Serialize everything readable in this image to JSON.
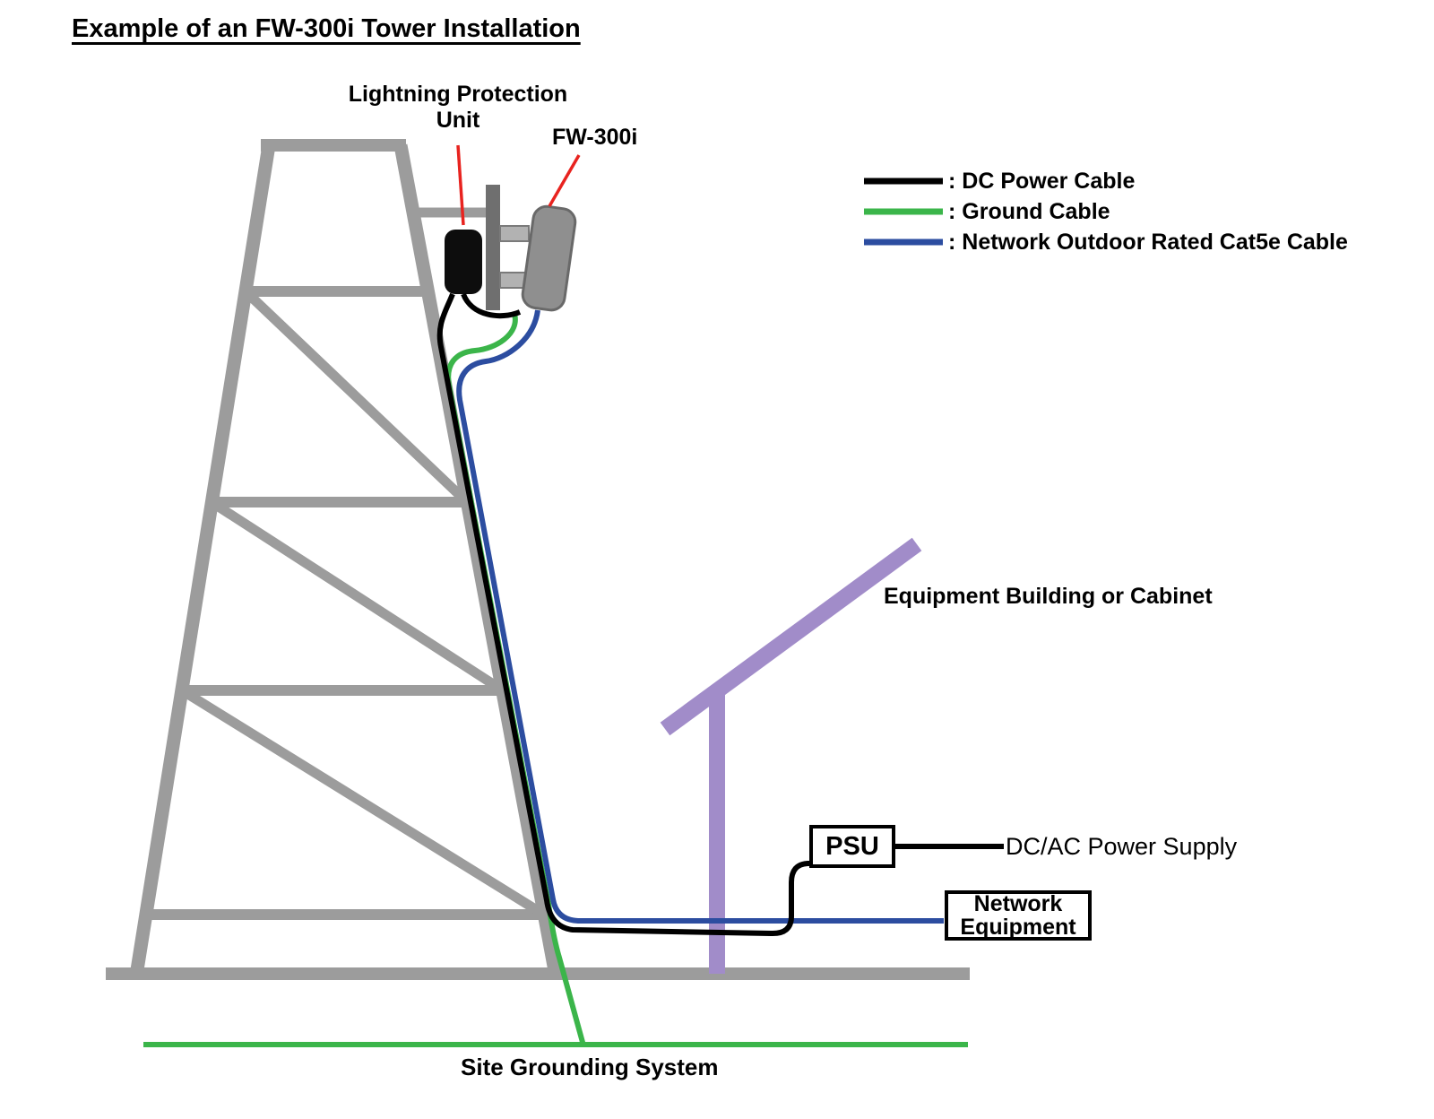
{
  "title": "Example of an FW-300i Tower Installation",
  "legend": {
    "items": [
      {
        "label": ": DC Power Cable",
        "color": "#000000"
      },
      {
        "label": ": Ground Cable",
        "color": "#3bb54a"
      },
      {
        "label": ": Network Outdoor Rated Cat5e Cable",
        "color": "#2c4da0"
      }
    ]
  },
  "labels": {
    "lightning_unit_line1": "Lightning Protection",
    "lightning_unit_line2": "Unit",
    "fw300i": "FW-300i",
    "equipment_building": "Equipment Building or Cabinet",
    "psu": "PSU",
    "dc_ac_power_supply": "DC/AC Power Supply",
    "network_equipment_line1": "Network",
    "network_equipment_line2": "Equipment",
    "site_grounding_system": "Site Grounding System"
  },
  "colors": {
    "tower": "#9c9c9c",
    "ground_bar": "#9c9c9c",
    "pole": "#6f6f6f",
    "bracket": "#b2b2b2",
    "device_body": "#8f8f8f",
    "device_outline": "#696969",
    "lightning_unit": "#0d0d0d",
    "building": "#a18cc9",
    "dc_power_cable": "#000000",
    "ground_cable": "#3bb54a",
    "network_cable": "#2c4da0",
    "leader_line": "#e8231f"
  }
}
